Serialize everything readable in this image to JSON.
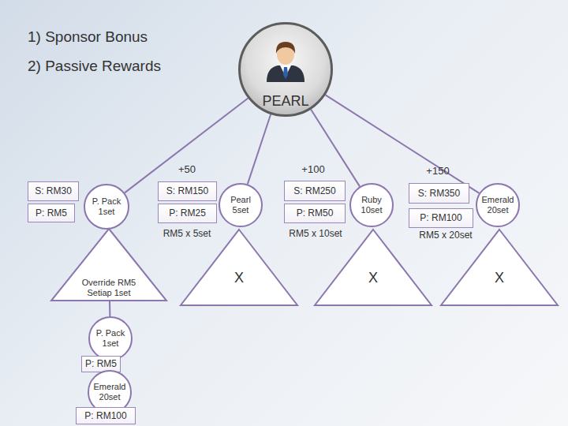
{
  "diagram": {
    "nodes": [
      {
        "text": [
          "PEARL"
        ]
      },
      {
        "text": [
          "S: RM30"
        ]
      },
      {
        "text": [
          "P: RM5"
        ]
      },
      {
        "text": [
          "P. Pack 1set"
        ]
      },
      {
        "text": [
          "S: RM150"
        ]
      },
      {
        "text": [
          "P: RM25"
        ]
      },
      {
        "text": [
          "Pearl 5set"
        ]
      },
      {
        "text": [
          "S: RM250"
        ]
      },
      {
        "text": [
          "P: RM50"
        ]
      },
      {
        "text": [
          "Ruby 10set"
        ]
      },
      {
        "text": [
          "S: RM350"
        ]
      },
      {
        "text": [
          "Emerald 20set"
        ]
      },
      {
        "text": [
          "P: RM100"
        ]
      },
      {
        "text": [
          "Override RM5 Setiap 1set"
        ]
      },
      {
        "text": [
          "X"
        ]
      },
      {
        "text": [
          "X"
        ]
      },
      {
        "text": [
          "X"
        ]
      },
      {
        "text": [
          "P. Pack 1set"
        ]
      },
      {
        "text": [
          "P: RM5"
        ]
      },
      {
        "text": [
          "Emerald 20set"
        ]
      },
      {
        "text": [
          "P: RM100"
        ]
      }
    ],
    "edges": [
      {
        "from": 0,
        "to": 3,
        "arrow": "none"
      },
      {
        "from": 0,
        "to": 6,
        "arrow": "none"
      },
      {
        "from": 0,
        "to": 9,
        "arrow": "none"
      },
      {
        "from": 0,
        "to": 11,
        "arrow": "none"
      },
      {
        "from": 13,
        "to": 17,
        "arrow": "none"
      },
      {
        "from": 17,
        "to": 19,
        "arrow": "none"
      }
    ],
    "labels": [
      "1) Sponsor Bonus",
      "2) Passive Rewards",
      "+50",
      "+100",
      "+150",
      "RM5 x 5set",
      "RM5 x 10set",
      "RM5 x 20set"
    ]
  }
}
